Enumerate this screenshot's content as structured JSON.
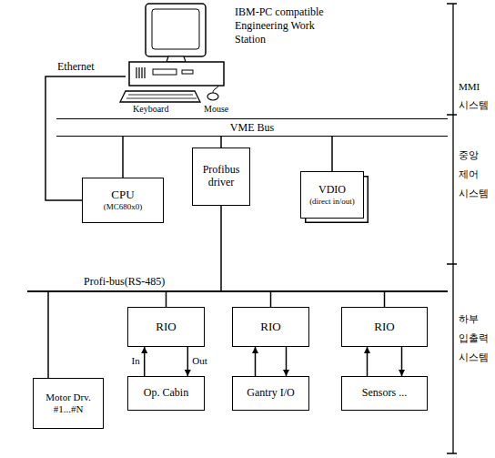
{
  "diagram": {
    "nodes": [
      {
        "text": [
          "IBM-PC compatible Engineering Work Station"
        ]
      },
      {
        "text": [
          "VME Bus"
        ]
      },
      {
        "text": [
          "CPU",
          "(MC680x0)"
        ]
      },
      {
        "text": [
          "Profibus driver"
        ]
      },
      {
        "text": [
          "VDIO",
          "(direct in/out)"
        ]
      },
      {
        "text": [
          "Profi-bus(RS-485)"
        ]
      },
      {
        "text": [
          "Motor Drv. #1...#N"
        ]
      },
      {
        "text": [
          "RIO"
        ]
      },
      {
        "text": [
          "Op. Cabin"
        ]
      },
      {
        "text": [
          "RIO"
        ]
      },
      {
        "text": [
          "Gantry I/O"
        ]
      },
      {
        "text": [
          "RIO"
        ]
      },
      {
        "text": [
          "Sensors ..."
        ]
      }
    ],
    "edges": [
      {
        "from": 0,
        "to": 2,
        "arrow": "none",
        "label": "Ethernet"
      },
      {
        "from": 1,
        "to": 2,
        "arrow": "none"
      },
      {
        "from": 1,
        "to": 3,
        "arrow": "none"
      },
      {
        "from": 1,
        "to": 4,
        "arrow": "none"
      },
      {
        "from": 3,
        "to": 5,
        "arrow": "none"
      },
      {
        "from": 5,
        "to": 6,
        "arrow": "none"
      },
      {
        "from": 5,
        "to": 7,
        "arrow": "none"
      },
      {
        "from": 5,
        "to": 9,
        "arrow": "none"
      },
      {
        "from": 5,
        "to": 11,
        "arrow": "none"
      },
      {
        "from": 8,
        "to": 7,
        "arrow": "to",
        "label": "In"
      },
      {
        "from": 7,
        "to": 8,
        "arrow": "to",
        "label": "Out"
      },
      {
        "from": 10,
        "to": 9,
        "arrow": "to"
      },
      {
        "from": 9,
        "to": 10,
        "arrow": "to"
      },
      {
        "from": 12,
        "to": 11,
        "arrow": "to"
      },
      {
        "from": 11,
        "to": 12,
        "arrow": "to"
      }
    ],
    "labels": [
      "Keyboard",
      "Mouse",
      "MMI 시스템",
      "중앙 제어 시스템",
      "하부 입출력 시스템"
    ]
  }
}
